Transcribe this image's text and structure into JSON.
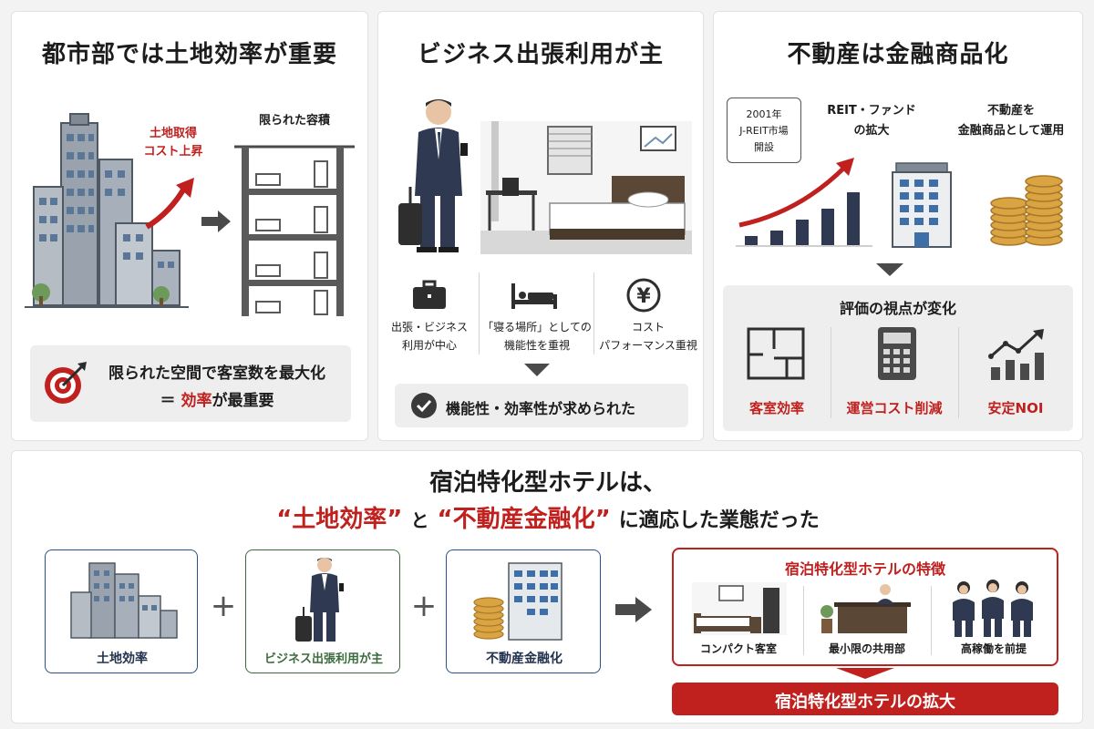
{
  "panel1": {
    "title": "都市部では土地効率が重要",
    "arrow_label_1": "土地取得",
    "arrow_label_2": "コスト上昇",
    "capacity_label": "限られた容積",
    "summary_line1": "限られた空間で客室数を最大化",
    "summary_prefix": "＝ ",
    "summary_highlight": "効率",
    "summary_suffix": "が最重要"
  },
  "panel2": {
    "title": "ビジネス出張利用が主",
    "features": [
      {
        "icon": "briefcase-icon",
        "line1": "出張・ビジネス",
        "line2": "利用が中心"
      },
      {
        "icon": "bed-icon",
        "line1": "「寝る場所」としての",
        "line2": "機能性を重視"
      },
      {
        "icon": "yen-icon",
        "line1": "コスト",
        "line2": "パフォーマンス重視"
      }
    ],
    "result": "機能性・効率性が求められた"
  },
  "panel3": {
    "title": "不動産は金融商品化",
    "box_label_1": "2001年",
    "box_label_2": "J-REIT市場",
    "box_label_3": "開設",
    "reit_1": "REIT・ファンド",
    "reit_2": "の拡大",
    "asset_1": "不動産を",
    "asset_2": "金融商品として運用",
    "eval_title": "評価の視点が変化",
    "eval_items": [
      {
        "icon": "floorplan-icon",
        "label": "客室効率"
      },
      {
        "icon": "calculator-icon",
        "label": "運営コスト削減"
      },
      {
        "icon": "growth-chart-icon",
        "label": "安定NOI"
      }
    ]
  },
  "bottom": {
    "headline_1": "宿泊特化型ホテルは、",
    "q1": "“土地効率”",
    "mid": "と",
    "q2": "“不動産金融化”",
    "tail": "に適応した業態だった",
    "card1": "土地効率",
    "card2": "ビジネス出張利用が主",
    "card3": "不動産金融化",
    "plus": "+",
    "features_title": "宿泊特化型ホテルの特徴",
    "features": [
      "コンパクト客室",
      "最小限の共用部",
      "高稼働を前提"
    ],
    "result": "宿泊特化型ホテルの拡大"
  },
  "colors": {
    "accent_red": "#c0201e",
    "navy": "#23334f",
    "blue_border": "#2b4f8a",
    "green_border": "#3b6b3b",
    "building": "#9aa3ad"
  }
}
